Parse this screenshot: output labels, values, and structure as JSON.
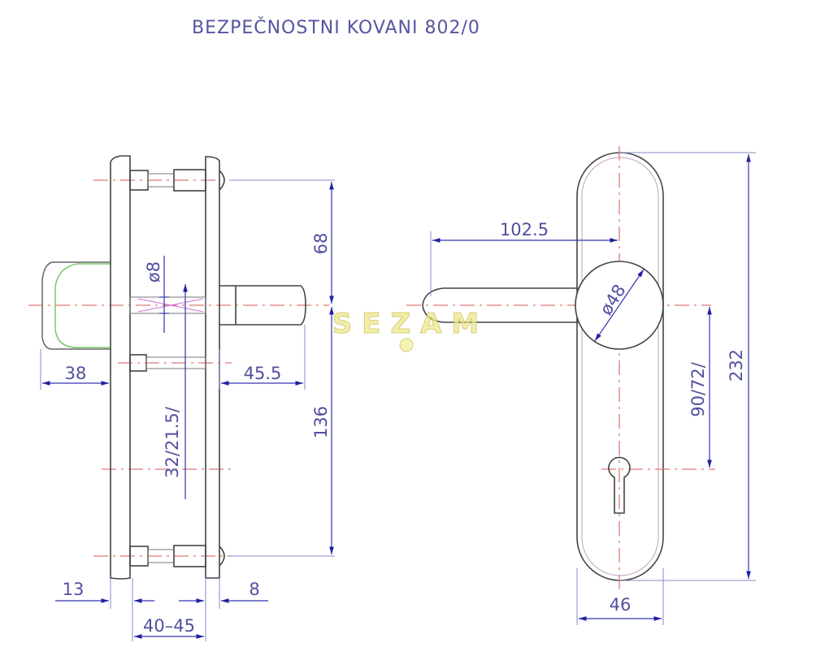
{
  "title": "BEZPEČNOSTNI KOVANI  802/0",
  "watermark": "SEZAM",
  "dimensions": {
    "d68": "68",
    "d8_dia": "ø8",
    "d38": "38",
    "d45_5": "45.5",
    "d136": "136",
    "d32_21_5": "32/21.5/",
    "d13": "13",
    "d8": "8",
    "d40_45": "40–45",
    "d102_5": "102.5",
    "d48_dia": "ø48",
    "d232": "232",
    "d90_72": "90/72/",
    "d46": "46"
  },
  "colors": {
    "dimension": "#3535b0",
    "centerline": "#e07878",
    "outline": "#444444",
    "cylinder": "#7cc86c",
    "watermark": "#e8e060"
  }
}
